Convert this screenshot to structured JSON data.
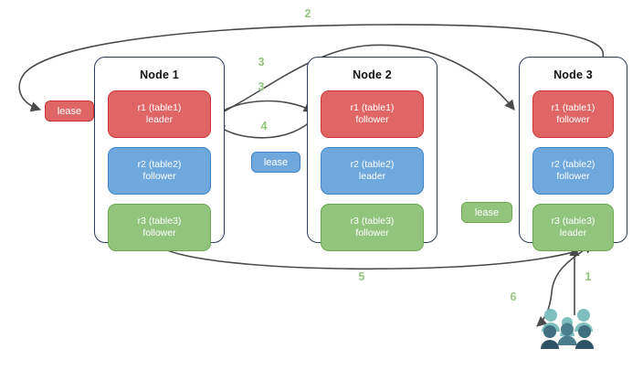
{
  "diagram": {
    "title": "Distributed database lease and replica routing diagram",
    "colors": {
      "replica_red_fill": "#e06666",
      "replica_red_border": "#cc3333",
      "replica_blue_fill": "#6fa8dc",
      "replica_blue_border": "#3d85c6",
      "replica_green_fill": "#93c47d",
      "replica_green_border": "#6aa84f",
      "node_border": "#2b3a55",
      "arrow": "#4a4a4a",
      "step_label": "#93c47d",
      "users_light": "#7fbfbf",
      "users_mid": "#4a7e8c",
      "users_dark": "#2f5265"
    }
  },
  "nodes": [
    {
      "title": "Node 1",
      "replicas": [
        {
          "name": "r1 (table1)",
          "role": "leader",
          "color": "red"
        },
        {
          "name": "r2 (table2)",
          "role": "follower",
          "color": "blue"
        },
        {
          "name": "r3 (table3)",
          "role": "follower",
          "color": "green"
        }
      ]
    },
    {
      "title": "Node 2",
      "replicas": [
        {
          "name": "r1 (table1)",
          "role": "follower",
          "color": "red"
        },
        {
          "name": "r2 (table2)",
          "role": "leader",
          "color": "blue"
        },
        {
          "name": "r3 (table3)",
          "role": "follower",
          "color": "green"
        }
      ]
    },
    {
      "title": "Node 3",
      "replicas": [
        {
          "name": "r1 (table1)",
          "role": "follower",
          "color": "red"
        },
        {
          "name": "r2 (table2)",
          "role": "follower",
          "color": "blue"
        },
        {
          "name": "r3 (table3)",
          "role": "leader",
          "color": "green"
        }
      ]
    }
  ],
  "leases": [
    {
      "label": "lease",
      "color": "red",
      "for": "r1-table1-leader-on-node-1"
    },
    {
      "label": "lease",
      "color": "blue",
      "for": "r2-table2-leader-on-node-2"
    },
    {
      "label": "lease",
      "color": "green",
      "for": "r3-table3-leader-on-node-3"
    }
  ],
  "steps": [
    {
      "label": "1",
      "from": "users",
      "to": "node-3"
    },
    {
      "label": "2",
      "from": "node-3",
      "to": "lease-red"
    },
    {
      "label": "3",
      "from": "node-1",
      "to": "node-3"
    },
    {
      "label": "3",
      "from": "node-1",
      "to": "node-2"
    },
    {
      "label": "4",
      "from": "node-2",
      "to": "node-1"
    },
    {
      "label": "5",
      "from": "node-1",
      "to": "node-3"
    },
    {
      "label": "6",
      "from": "node-3",
      "to": "users"
    }
  ],
  "users": {
    "label": "users-group",
    "count": 6
  }
}
